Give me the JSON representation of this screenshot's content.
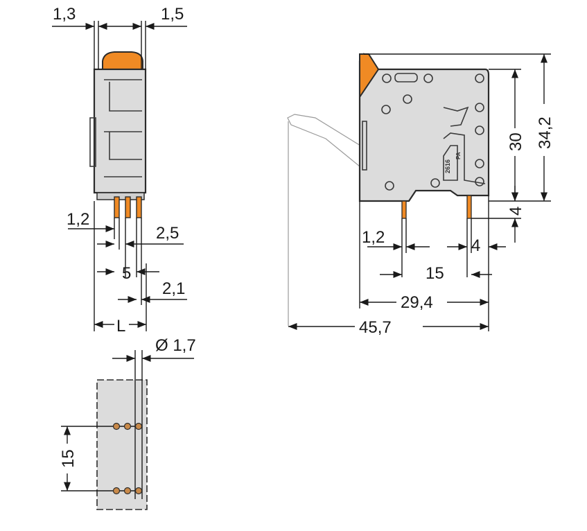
{
  "drawing": {
    "side_view": {
      "dim_top_left": "1,3",
      "dim_top_right": "1,5",
      "dim_pin_left": "1,2",
      "dim_pin_gap": "2,5",
      "dim_pitch": "5",
      "dim_pin_right": "2,1",
      "dim_length": "L"
    },
    "footprint": {
      "dim_hole": "Ø 1,7",
      "dim_spacing": "15"
    },
    "front_view": {
      "dim_height_body": "30",
      "dim_height_total": "34,2",
      "dim_pin_length": "4",
      "dim_pin_width": "1,2",
      "dim_pin_offset": "4",
      "dim_pin_spacing": "15",
      "dim_width_body": "29,4",
      "dim_width_total": "45,7",
      "marking": "2616",
      "marking_pa": "PA"
    }
  },
  "colors": {
    "body": "#dcdcdc",
    "actuator": "#f08a24",
    "outline": "#2b2b2b"
  }
}
